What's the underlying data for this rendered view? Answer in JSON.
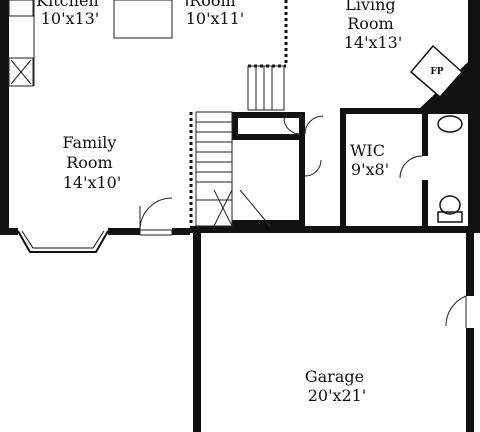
{
  "rooms": {
    "kitchen": {
      "line1": "Kitchen",
      "line2": "10'x13'"
    },
    "dining": {
      "line1": "Room",
      "line2": "10'x11'"
    },
    "living": {
      "line1": "Living",
      "line2": "Room",
      "line3": "14'x13'"
    },
    "family": {
      "line1": "Family",
      "line2": "Room",
      "line3": "14'x10'"
    },
    "wic": {
      "line1": "WIC",
      "line2": "9'x8'"
    },
    "garage": {
      "line1": "Garage",
      "line2": "20'x21'"
    }
  },
  "fireplace": {
    "label": "FP"
  },
  "colors": {
    "wall": "#111111",
    "background": "#ffffff"
  }
}
